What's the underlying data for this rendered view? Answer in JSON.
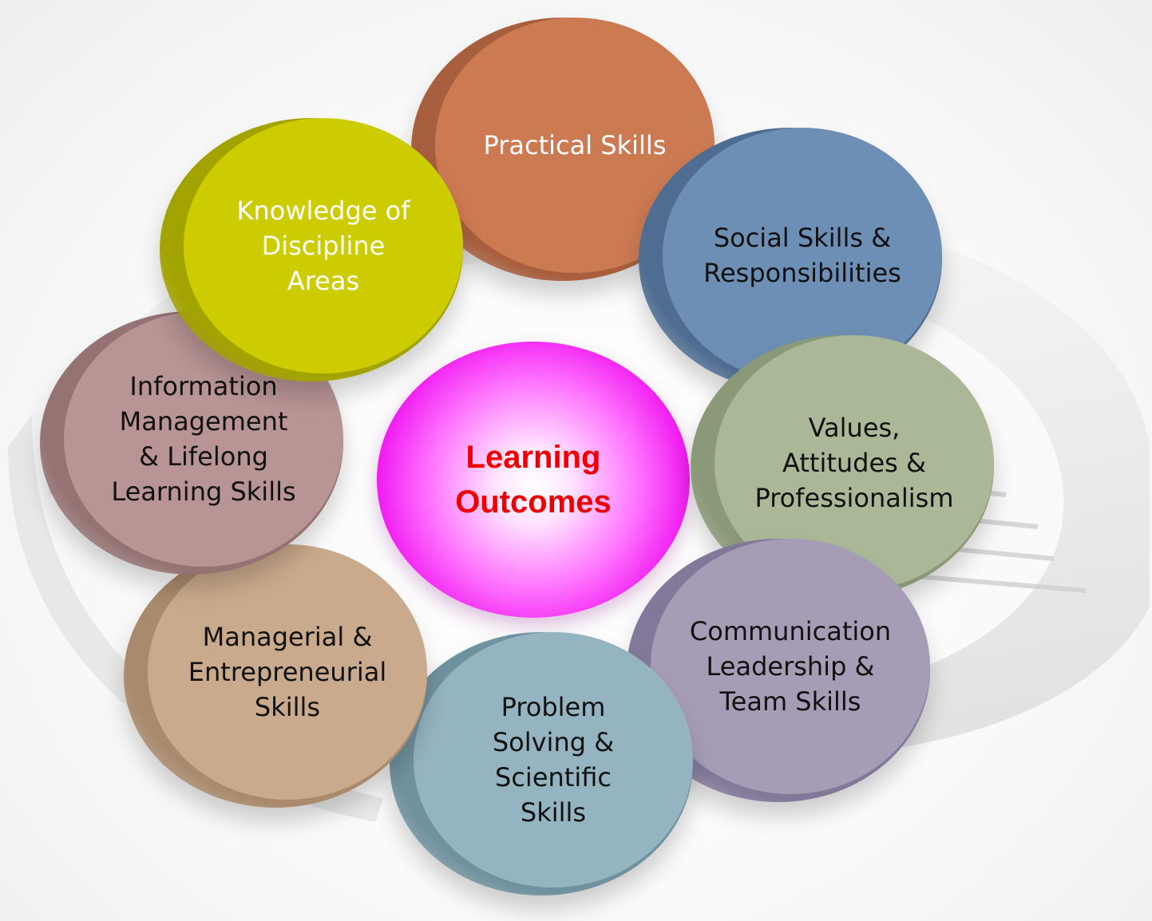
{
  "center": {
    "label": "Learning\nOutcomes",
    "color": "#ee0000"
  },
  "outcomes": [
    {
      "label": "Practical Skills",
      "face": "#cc7a52",
      "side": "#a85f3e",
      "text": "#ffffff"
    },
    {
      "label": "Social Skills &\nResponsibilities",
      "face": "#6e8fb5",
      "side": "#4f6d91",
      "text": "#111111"
    },
    {
      "label": "Values,\nAttitudes &\nProfessionalism",
      "face": "#aab898",
      "side": "#8a9a78",
      "text": "#111111"
    },
    {
      "label": "Communication\nLeadership &\nTeam Skills",
      "face": "#a69cb6",
      "side": "#82789a",
      "text": "#111111"
    },
    {
      "label": "Problem\nSolving &\nScientific\nSkills",
      "face": "#95b4c1",
      "side": "#6f929f",
      "text": "#111111"
    },
    {
      "label": "Managerial &\nEntrepreneurial\nSkills",
      "face": "#caaa8c",
      "side": "#a98a6c",
      "text": "#111111"
    },
    {
      "label": "Information\nManagement\n& Lifelong\nLearning Skills",
      "face": "#b89494",
      "side": "#967373",
      "text": "#111111"
    },
    {
      "label": "Knowledge of\nDiscipline\nAreas",
      "face": "#cccc00",
      "side": "#a3a300",
      "text": "#ffffff"
    }
  ]
}
